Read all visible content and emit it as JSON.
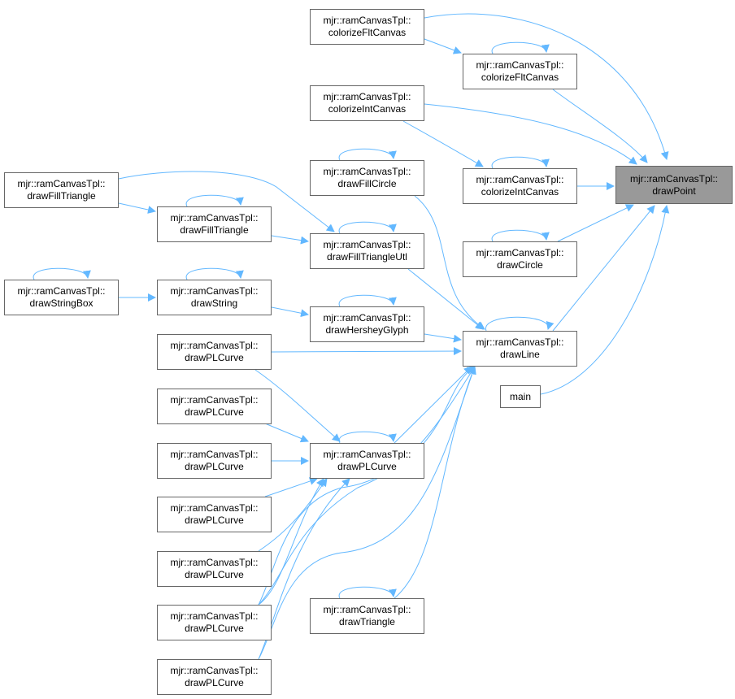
{
  "graph": {
    "title": "Caller graph of mjr::ramCanvasTpl::drawPoint",
    "edge_color": "#63b8ff",
    "node_border_color": "#666666",
    "focus_fill_color": "#999999",
    "nodes": [
      {
        "id": "drawPoint",
        "line1": "mjr::ramCanvasTpl::",
        "line2": "drawPoint",
        "focus": true
      },
      {
        "id": "colorizeFltCanvas_a",
        "line1": "mjr::ramCanvasTpl::",
        "line2": "colorizeFltCanvas"
      },
      {
        "id": "colorizeFltCanvas_b",
        "line1": "mjr::ramCanvasTpl::",
        "line2": "colorizeFltCanvas"
      },
      {
        "id": "colorizeIntCanvas_a",
        "line1": "mjr::ramCanvasTpl::",
        "line2": "colorizeIntCanvas"
      },
      {
        "id": "colorizeIntCanvas_b",
        "line1": "mjr::ramCanvasTpl::",
        "line2": "colorizeIntCanvas"
      },
      {
        "id": "drawFillCircle",
        "line1": "mjr::ramCanvasTpl::",
        "line2": "drawFillCircle"
      },
      {
        "id": "drawFillTriangle_a",
        "line1": "mjr::ramCanvasTpl::",
        "line2": "drawFillTriangle"
      },
      {
        "id": "drawFillTriangle_b",
        "line1": "mjr::ramCanvasTpl::",
        "line2": "drawFillTriangle"
      },
      {
        "id": "drawFillTriangleUtl",
        "line1": "mjr::ramCanvasTpl::",
        "line2": "drawFillTriangleUtl"
      },
      {
        "id": "drawCircle",
        "line1": "mjr::ramCanvasTpl::",
        "line2": "drawCircle"
      },
      {
        "id": "drawStringBox",
        "line1": "mjr::ramCanvasTpl::",
        "line2": "drawStringBox"
      },
      {
        "id": "drawString",
        "line1": "mjr::ramCanvasTpl::",
        "line2": "drawString"
      },
      {
        "id": "drawHersheyGlyph",
        "line1": "mjr::ramCanvasTpl::",
        "line2": "drawHersheyGlyph"
      },
      {
        "id": "drawLine",
        "line1": "mjr::ramCanvasTpl::",
        "line2": "drawLine"
      },
      {
        "id": "main",
        "line1": "main",
        "line2": ""
      },
      {
        "id": "drawPLCurve_1",
        "line1": "mjr::ramCanvasTpl::",
        "line2": "drawPLCurve"
      },
      {
        "id": "drawPLCurve_2",
        "line1": "mjr::ramCanvasTpl::",
        "line2": "drawPLCurve"
      },
      {
        "id": "drawPLCurve_3",
        "line1": "mjr::ramCanvasTpl::",
        "line2": "drawPLCurve"
      },
      {
        "id": "drawPLCurve_4",
        "line1": "mjr::ramCanvasTpl::",
        "line2": "drawPLCurve"
      },
      {
        "id": "drawPLCurve_5",
        "line1": "mjr::ramCanvasTpl::",
        "line2": "drawPLCurve"
      },
      {
        "id": "drawPLCurve_6",
        "line1": "mjr::ramCanvasTpl::",
        "line2": "drawPLCurve"
      },
      {
        "id": "drawPLCurve_7",
        "line1": "mjr::ramCanvasTpl::",
        "line2": "drawPLCurve"
      },
      {
        "id": "drawPLCurve_center",
        "line1": "mjr::ramCanvasTpl::",
        "line2": "drawPLCurve"
      },
      {
        "id": "drawTriangle",
        "line1": "mjr::ramCanvasTpl::",
        "line2": "drawTriangle"
      }
    ],
    "edges": [
      {
        "from": "colorizeFltCanvas_a",
        "to": "drawPoint"
      },
      {
        "from": "colorizeFltCanvas_a",
        "to": "colorizeFltCanvas_b"
      },
      {
        "from": "colorizeFltCanvas_b",
        "to": "colorizeFltCanvas_b"
      },
      {
        "from": "colorizeFltCanvas_b",
        "to": "drawPoint"
      },
      {
        "from": "colorizeIntCanvas_a",
        "to": "drawPoint"
      },
      {
        "from": "colorizeIntCanvas_a",
        "to": "colorizeIntCanvas_b"
      },
      {
        "from": "colorizeIntCanvas_b",
        "to": "colorizeIntCanvas_b"
      },
      {
        "from": "colorizeIntCanvas_b",
        "to": "drawPoint"
      },
      {
        "from": "drawFillTriangle_a",
        "to": "drawFillTriangleUtl"
      },
      {
        "from": "drawFillTriangle_a",
        "to": "drawFillTriangle_b"
      },
      {
        "from": "drawFillTriangle_b",
        "to": "drawFillTriangle_b"
      },
      {
        "from": "drawFillTriangle_b",
        "to": "drawFillTriangleUtl"
      },
      {
        "from": "drawFillCircle",
        "to": "drawFillCircle"
      },
      {
        "from": "drawFillCircle",
        "to": "drawLine"
      },
      {
        "from": "drawFillTriangleUtl",
        "to": "drawFillTriangleUtl"
      },
      {
        "from": "drawFillTriangleUtl",
        "to": "drawLine"
      },
      {
        "from": "drawCircle",
        "to": "drawCircle"
      },
      {
        "from": "drawCircle",
        "to": "drawPoint"
      },
      {
        "from": "drawStringBox",
        "to": "drawStringBox"
      },
      {
        "from": "drawStringBox",
        "to": "drawString"
      },
      {
        "from": "drawString",
        "to": "drawString"
      },
      {
        "from": "drawString",
        "to": "drawHersheyGlyph"
      },
      {
        "from": "drawHersheyGlyph",
        "to": "drawHersheyGlyph"
      },
      {
        "from": "drawHersheyGlyph",
        "to": "drawLine"
      },
      {
        "from": "drawLine",
        "to": "drawLine"
      },
      {
        "from": "drawLine",
        "to": "drawPoint"
      },
      {
        "from": "main",
        "to": "drawPoint"
      },
      {
        "from": "drawPLCurve_1",
        "to": "drawLine"
      },
      {
        "from": "drawPLCurve_1",
        "to": "drawPLCurve_center"
      },
      {
        "from": "drawPLCurve_2",
        "to": "drawPLCurve_center"
      },
      {
        "from": "drawPLCurve_3",
        "to": "drawPLCurve_center"
      },
      {
        "from": "drawPLCurve_4",
        "to": "drawPLCurve_center"
      },
      {
        "from": "drawPLCurve_5",
        "to": "drawPLCurve_center"
      },
      {
        "from": "drawPLCurve_6",
        "to": "drawPLCurve_center"
      },
      {
        "from": "drawPLCurve_6",
        "to": "drawLine"
      },
      {
        "from": "drawPLCurve_5",
        "to": "drawLine"
      },
      {
        "from": "drawPLCurve_7",
        "to": "drawPLCurve_center"
      },
      {
        "from": "drawPLCurve_7",
        "to": "drawLine"
      },
      {
        "from": "drawPLCurve_center",
        "to": "drawPLCurve_center"
      },
      {
        "from": "drawPLCurve_center",
        "to": "drawLine"
      },
      {
        "from": "drawTriangle",
        "to": "drawTriangle"
      },
      {
        "from": "drawTriangle",
        "to": "drawLine"
      }
    ]
  }
}
